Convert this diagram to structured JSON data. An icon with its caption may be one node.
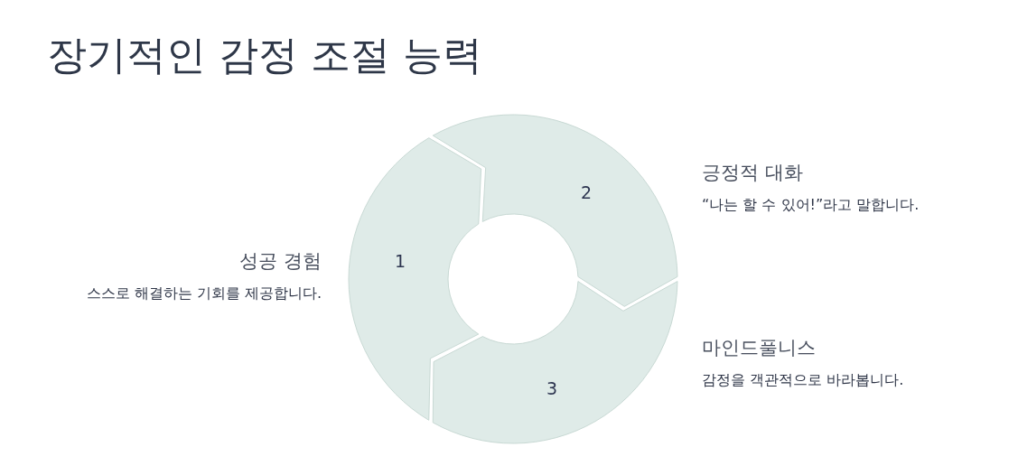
{
  "diagram": {
    "title": "장기적인 감정 조절 능력",
    "nodes": [
      {
        "text": [
          "1"
        ],
        "beside": [
          "성공 경험",
          "스스로 해결하는 기회를 제공합니다."
        ]
      },
      {
        "text": [
          "2"
        ],
        "beside": [
          "긍정적 대화",
          "“나는 할 수 있어!”라고 말합니다."
        ]
      },
      {
        "text": [
          "3"
        ],
        "beside": [
          "마인드풀니스",
          "감정을 객관적으로 바라봅니다."
        ]
      }
    ]
  }
}
